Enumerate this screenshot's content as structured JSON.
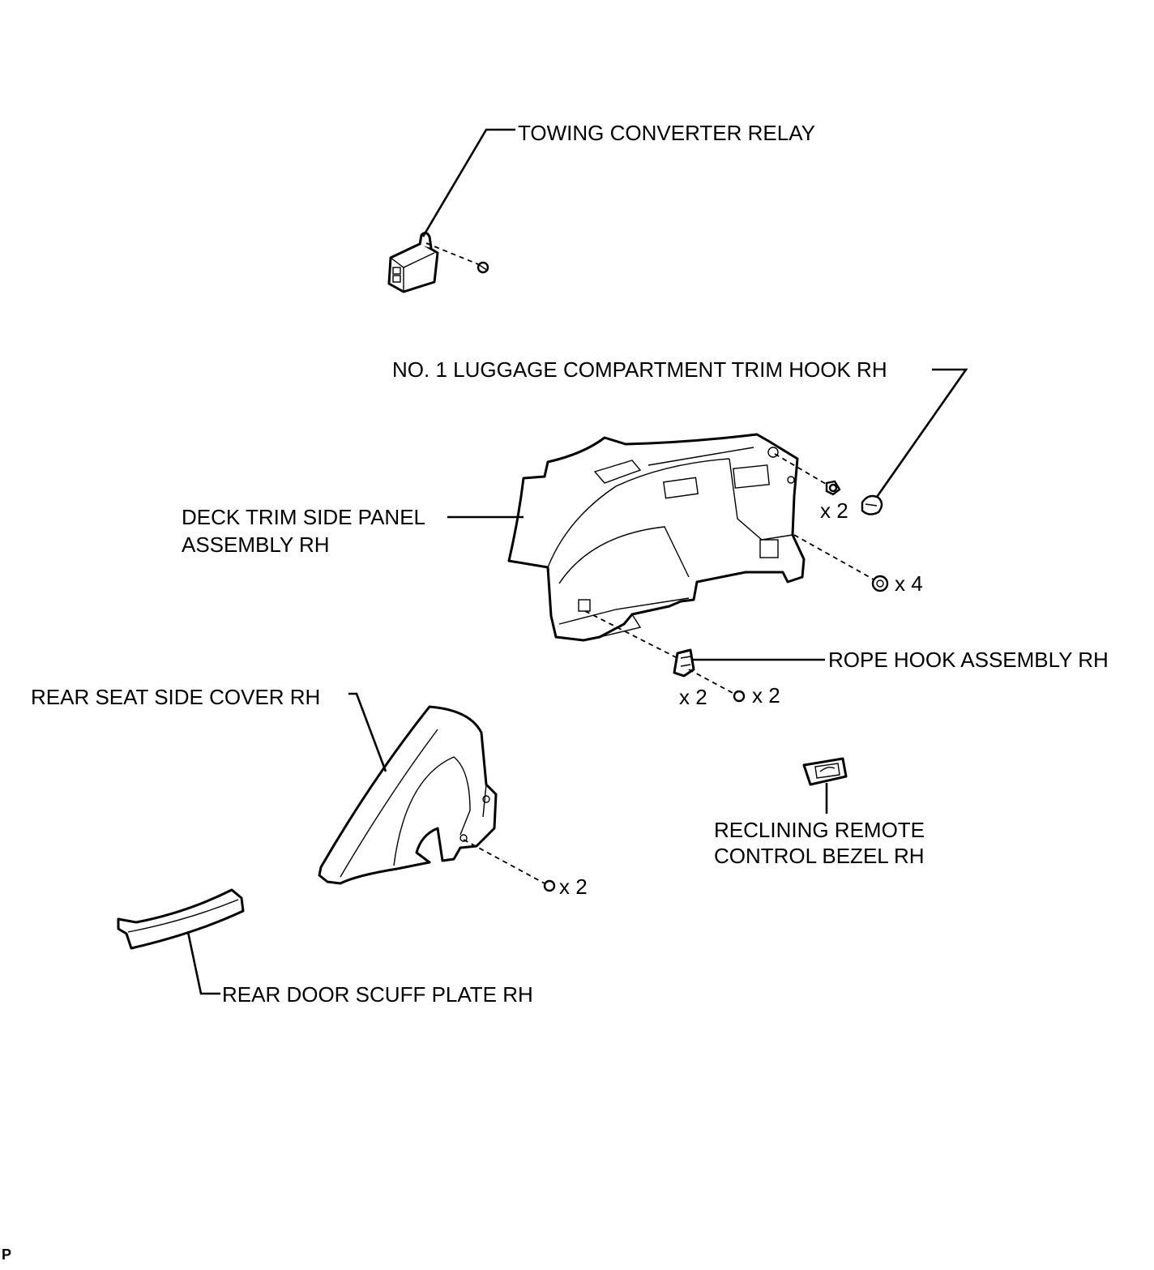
{
  "labels": {
    "towing_relay": "TOWING CONVERTER RELAY",
    "trim_hook": "NO. 1 LUGGAGE COMPARTMENT TRIM HOOK RH",
    "deck_panel_line1": "DECK TRIM SIDE PANEL",
    "deck_panel_line2": "ASSEMBLY RH",
    "rope_hook": "ROPE HOOK ASSEMBLY RH",
    "rear_seat_cover": "REAR SEAT SIDE COVER RH",
    "bezel_line1": "RECLINING REMOTE",
    "bezel_line2": "CONTROL BEZEL RH",
    "scuff_plate": "REAR DOOR SCUFF PLATE RH"
  },
  "quantities": {
    "deck_top_screws": "x 2",
    "deck_side_clips": "x 4",
    "rope_hook_left": "x 2",
    "rope_hook_screws": "x 2",
    "seat_cover_clips": "x 2"
  },
  "figure_code": "P"
}
